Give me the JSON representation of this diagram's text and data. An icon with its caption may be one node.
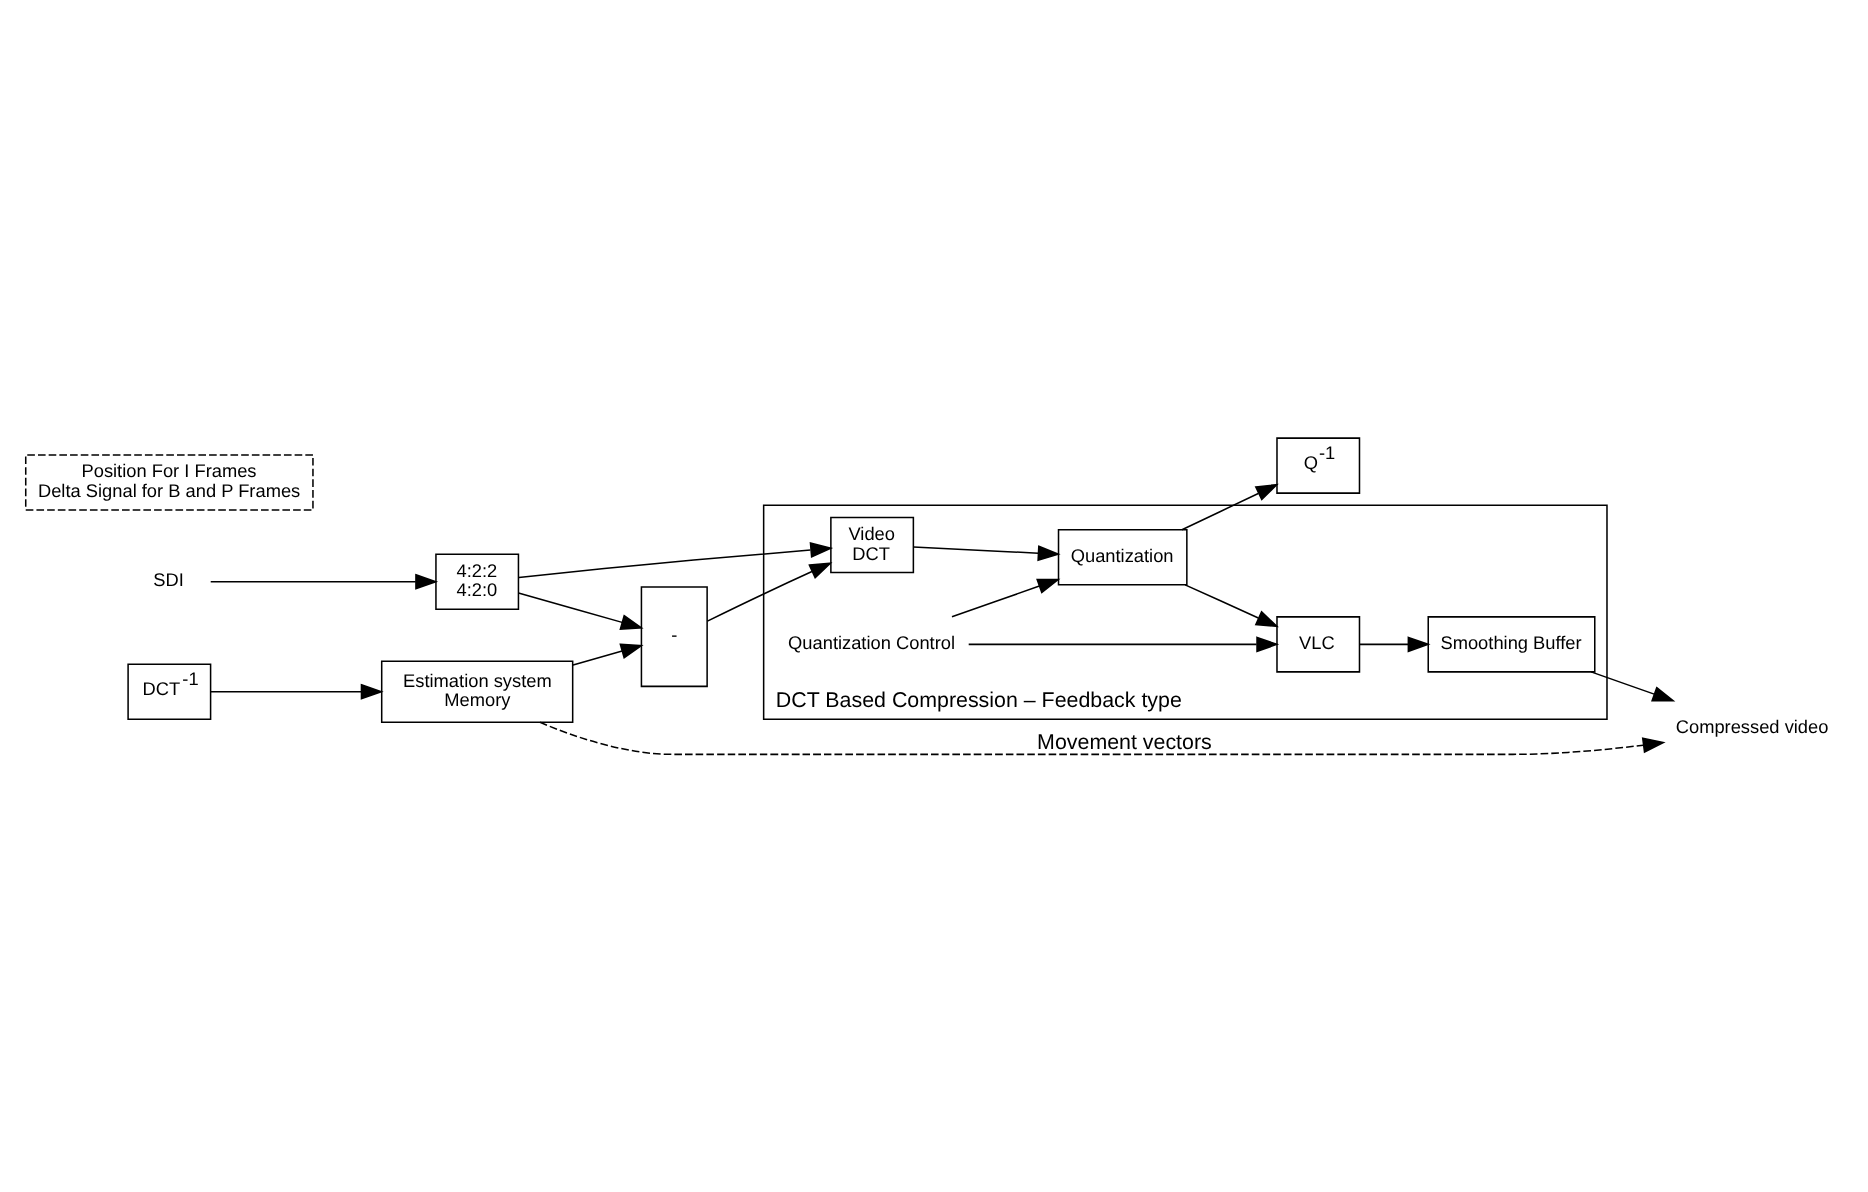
{
  "diagram": {
    "nodes": [
      {
        "text": [
          "SDI"
        ]
      },
      {
        "text": [
          "4:2:2",
          "4:2:0"
        ]
      },
      {
        "text": [
          "-"
        ]
      },
      {
        "text": [
          "Estimation system",
          "Memory"
        ]
      },
      {
        "text": [
          "DCT$^{-1}$"
        ]
      },
      {
        "text": [
          "Q$^{-1}$"
        ]
      },
      {
        "text": [
          "Position For I Frames",
          "Delta Signal for B and P Frames"
        ]
      },
      {
        "text": [
          "DCT Based Compression – Feedback type"
        ]
      },
      {
        "text": [
          "Video",
          "DCT"
        ],
        "in": 7
      },
      {
        "text": [
          "Quantization"
        ],
        "in": 7
      },
      {
        "text": [
          "VLC"
        ],
        "in": 7
      },
      {
        "text": [
          "Smoothing Buffer"
        ],
        "in": 7
      },
      {
        "text": [
          "Quantization Control"
        ],
        "in": 7
      },
      {
        "text": [
          "Compressed video"
        ]
      }
    ],
    "edges": [
      {
        "from": 0,
        "to": 1,
        "arrow": "to"
      },
      {
        "from": 1,
        "to": 2,
        "arrow": "to"
      },
      {
        "from": 3,
        "to": 2,
        "arrow": "to"
      },
      {
        "from": 4,
        "to": 3,
        "arrow": "to"
      },
      {
        "from": 1,
        "to": 8,
        "arrow": "to"
      },
      {
        "from": 2,
        "to": 8,
        "arrow": "to"
      },
      {
        "from": 8,
        "to": 9,
        "arrow": "to"
      },
      {
        "from": 9,
        "to": 10,
        "arrow": "to"
      },
      {
        "from": 9,
        "to": 5,
        "arrow": "to"
      },
      {
        "from": 12,
        "to": 9,
        "arrow": "to"
      },
      {
        "from": 12,
        "to": 10,
        "arrow": "to"
      },
      {
        "from": 10,
        "to": 11,
        "arrow": "to"
      },
      {
        "from": 11,
        "to": 13,
        "arrow": "to"
      },
      {
        "from": 3,
        "to": 13,
        "arrow": "to",
        "style": "dashed",
        "label": "Movement vectors"
      }
    ]
  }
}
